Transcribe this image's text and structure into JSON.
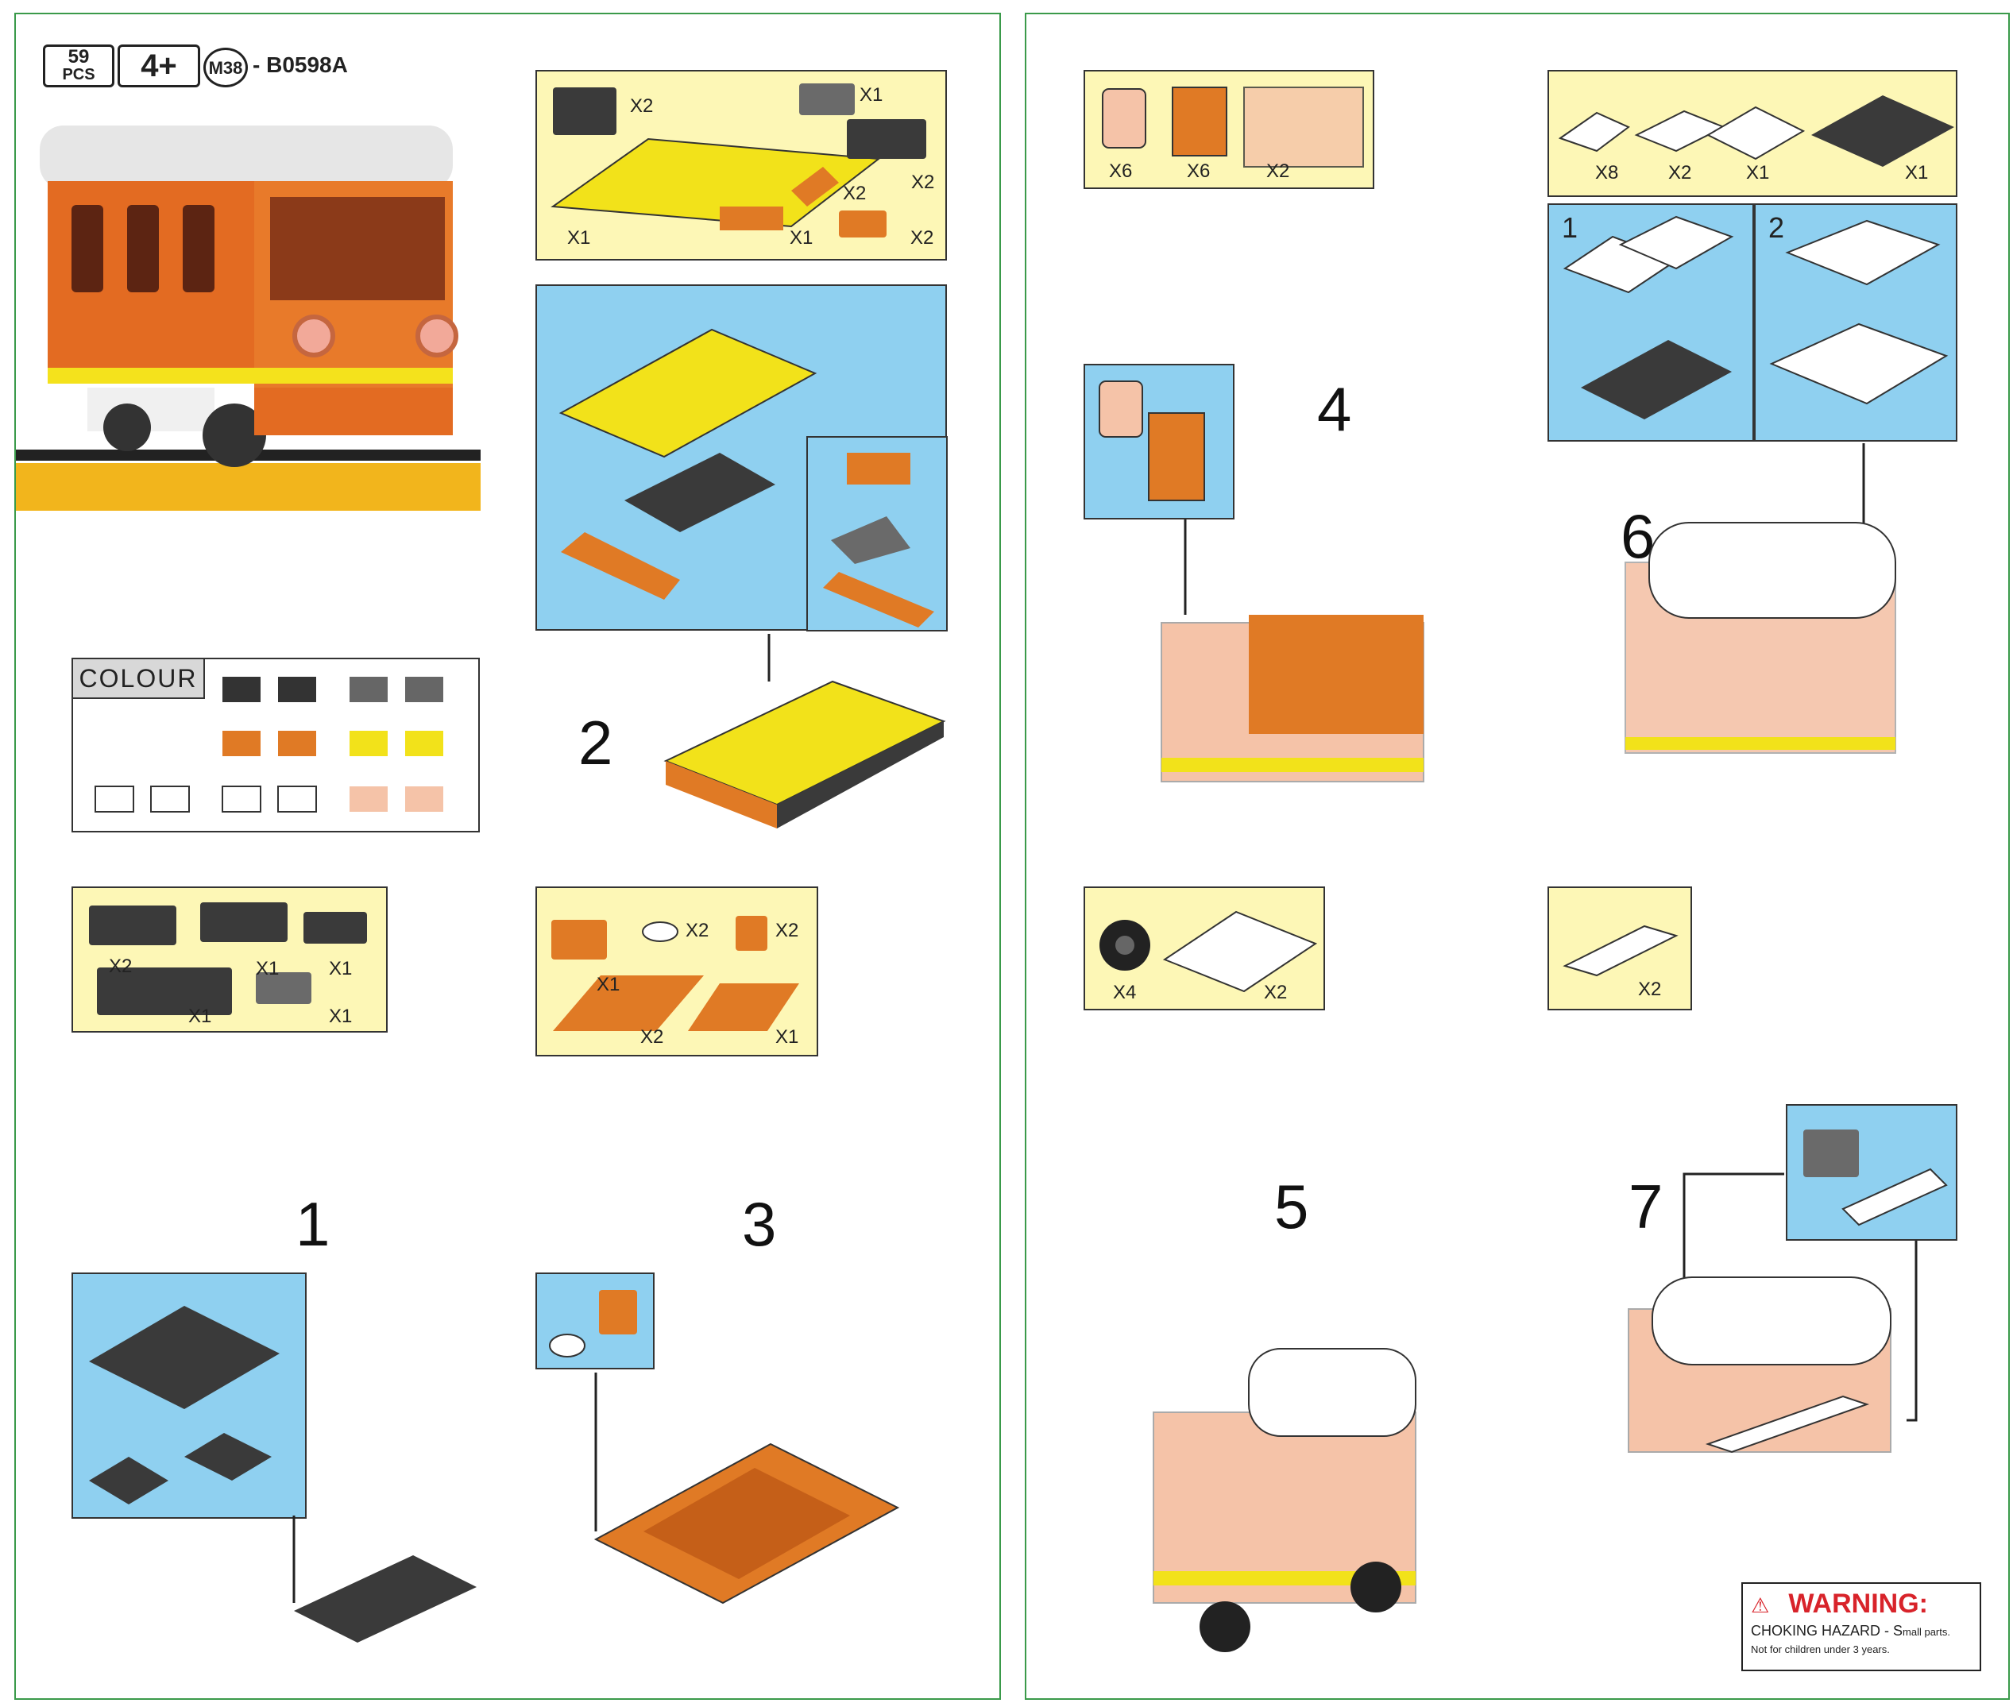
{
  "header": {
    "pcs_number": "59",
    "pcs_label": "PCS",
    "age": "4+",
    "series": "M38",
    "model": "- B0598A"
  },
  "colour_chart": {
    "label": "COLOUR"
  },
  "parts_lists": {
    "step1": [
      "X2",
      "X1",
      "X1",
      "X1",
      "X1"
    ],
    "step2": [
      "X2",
      "X1",
      "X2",
      "X2",
      "X1",
      "X1",
      "X2"
    ],
    "step3": [
      "X1",
      "X2",
      "X2",
      "X2",
      "X1"
    ],
    "step4": [
      "X6",
      "X6",
      "X2"
    ],
    "step5": [
      "X4",
      "X2"
    ],
    "step6": [
      "X8",
      "X2",
      "X1",
      "X1"
    ],
    "step7": [
      "X2"
    ]
  },
  "steps": {
    "s1": "1",
    "s2": "2",
    "s3": "3",
    "s4": "4",
    "s5": "5",
    "s6": "6",
    "s7": "7",
    "sub1": "1",
    "sub2": "2"
  },
  "warning": {
    "title": "WARNING:",
    "line1_main": "CHOKING HAZARD - S",
    "line1_small": "mall parts.",
    "line2": "Not for children under 3 years."
  },
  "colors": {
    "frame": "#3a9a4a",
    "parts_bg": "#fdf7b6",
    "instruction_bg": "#8fd0f0",
    "orange": "#e07a25",
    "yellow": "#f2e21a",
    "dark": "#3a3a3a",
    "warning_red": "#d8232a"
  }
}
